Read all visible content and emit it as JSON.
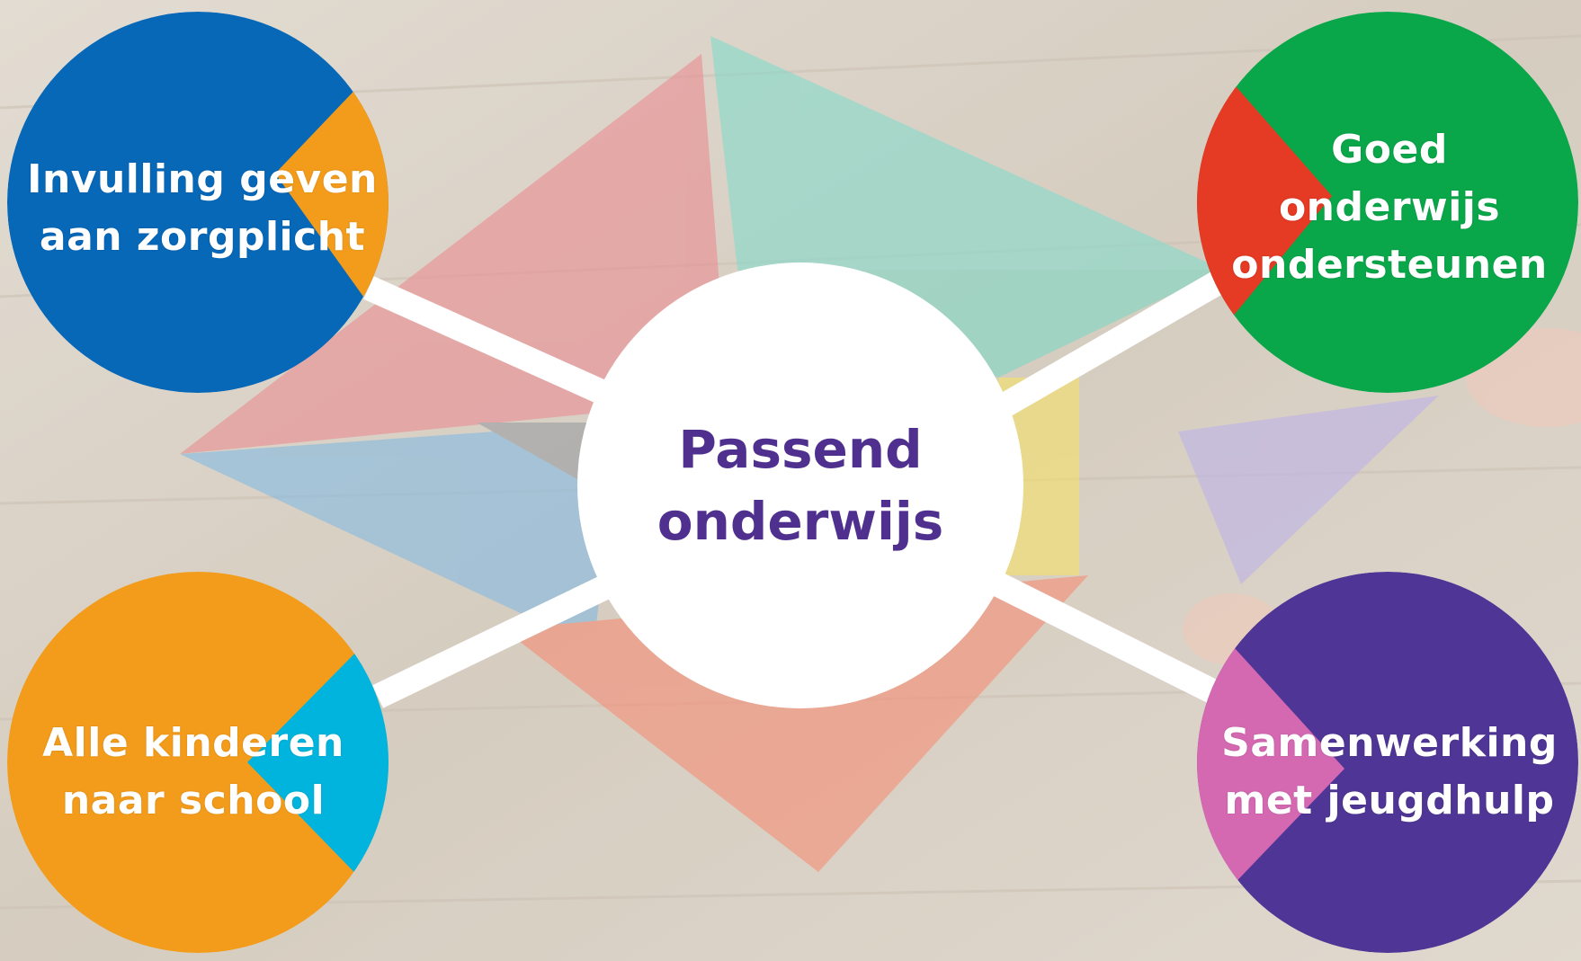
{
  "center": {
    "title_line1": "Passend",
    "title_line2": "onderwijs",
    "text_color": "#50308f"
  },
  "nodes": [
    {
      "id": "top-left",
      "line1": "Invulling geven",
      "line2": "aan zorgplicht",
      "main_color": "#0768b8",
      "accent_color": "#f39c1c"
    },
    {
      "id": "top-right",
      "line1": "Goed",
      "line2": "onderwijs",
      "line3": "ondersteunen",
      "main_color": "#0aa74a",
      "accent_color": "#e53a24"
    },
    {
      "id": "bottom-left",
      "line1": "Alle kinderen",
      "line2": "naar school",
      "main_color": "#f39c1c",
      "accent_color": "#00b4de"
    },
    {
      "id": "bottom-right",
      "line1": "Samenwerking",
      "line2": "met jeugdhulp",
      "main_color": "#4f3696",
      "accent_color": "#d469b2"
    }
  ]
}
